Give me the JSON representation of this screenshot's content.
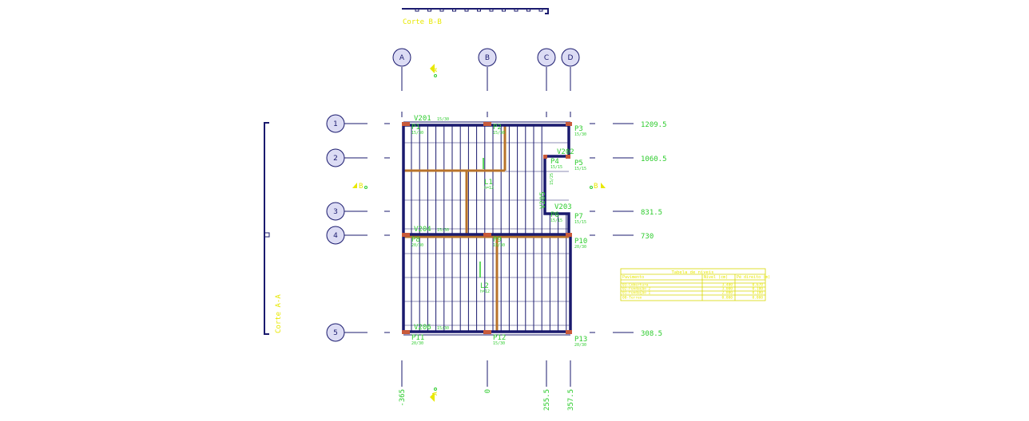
{
  "sections": {
    "top_title": "Corte B-B",
    "left_title": "Corte A-A",
    "marker_a": "A",
    "marker_b": "B"
  },
  "grid_columns": [
    "A",
    "B",
    "C",
    "D"
  ],
  "grid_rows": [
    "1",
    "2",
    "3",
    "4",
    "5"
  ],
  "row_levels": [
    "1209.5",
    "1060.5",
    "831.5",
    "730",
    "308.5"
  ],
  "column_offsets": [
    "-365",
    "0",
    "255.5",
    "357.5"
  ],
  "beams": [
    {
      "name": "V201",
      "size": "15/30"
    },
    {
      "name": "V202",
      "size": ""
    },
    {
      "name": "V203",
      "size": ""
    },
    {
      "name": "V204",
      "size": "15/30"
    },
    {
      "name": "V205",
      "size": "15/25"
    },
    {
      "name": "V206",
      "size": "15/30"
    }
  ],
  "pillars": [
    {
      "name": "P1",
      "size": "15/30"
    },
    {
      "name": "P2",
      "size": "15/30"
    },
    {
      "name": "P3",
      "size": "15/30"
    },
    {
      "name": "P4",
      "size": "15/15"
    },
    {
      "name": "P5",
      "size": "15/15"
    },
    {
      "name": "P6",
      "size": "15/15"
    },
    {
      "name": "P7",
      "size": "15/15"
    },
    {
      "name": "P8",
      "size": "20/30"
    },
    {
      "name": "P9",
      "size": "15/30"
    },
    {
      "name": "P10",
      "size": "20/30"
    },
    {
      "name": "P11",
      "size": "20/30"
    },
    {
      "name": "P12",
      "size": "15/30"
    },
    {
      "name": "P13",
      "size": "20/30"
    }
  ],
  "slabs": [
    {
      "name": "L1",
      "h": "h=12"
    },
    {
      "name": "L2",
      "h": "h=12"
    }
  ],
  "levels_table": {
    "title": "Tabela de níveis",
    "headers": [
      "Pavimento",
      "Nível (cm)",
      "Pé direito (m)"
    ],
    "rows": [
      [
        "03-Cobertura",
        "3.480",
        "0.670"
      ],
      [
        "02-Fundação 2",
        "3.000",
        "0.180"
      ],
      [
        "01-Fundação 1",
        "2.800",
        "0.180"
      ],
      [
        "00-Terreo",
        "0.000",
        "0.000"
      ]
    ]
  },
  "colors": {
    "line": "#1a1a6e",
    "text": "#2ecc2e",
    "section": "#e8e800",
    "beam": "#b8732a",
    "pillar": "#c85a3a"
  }
}
